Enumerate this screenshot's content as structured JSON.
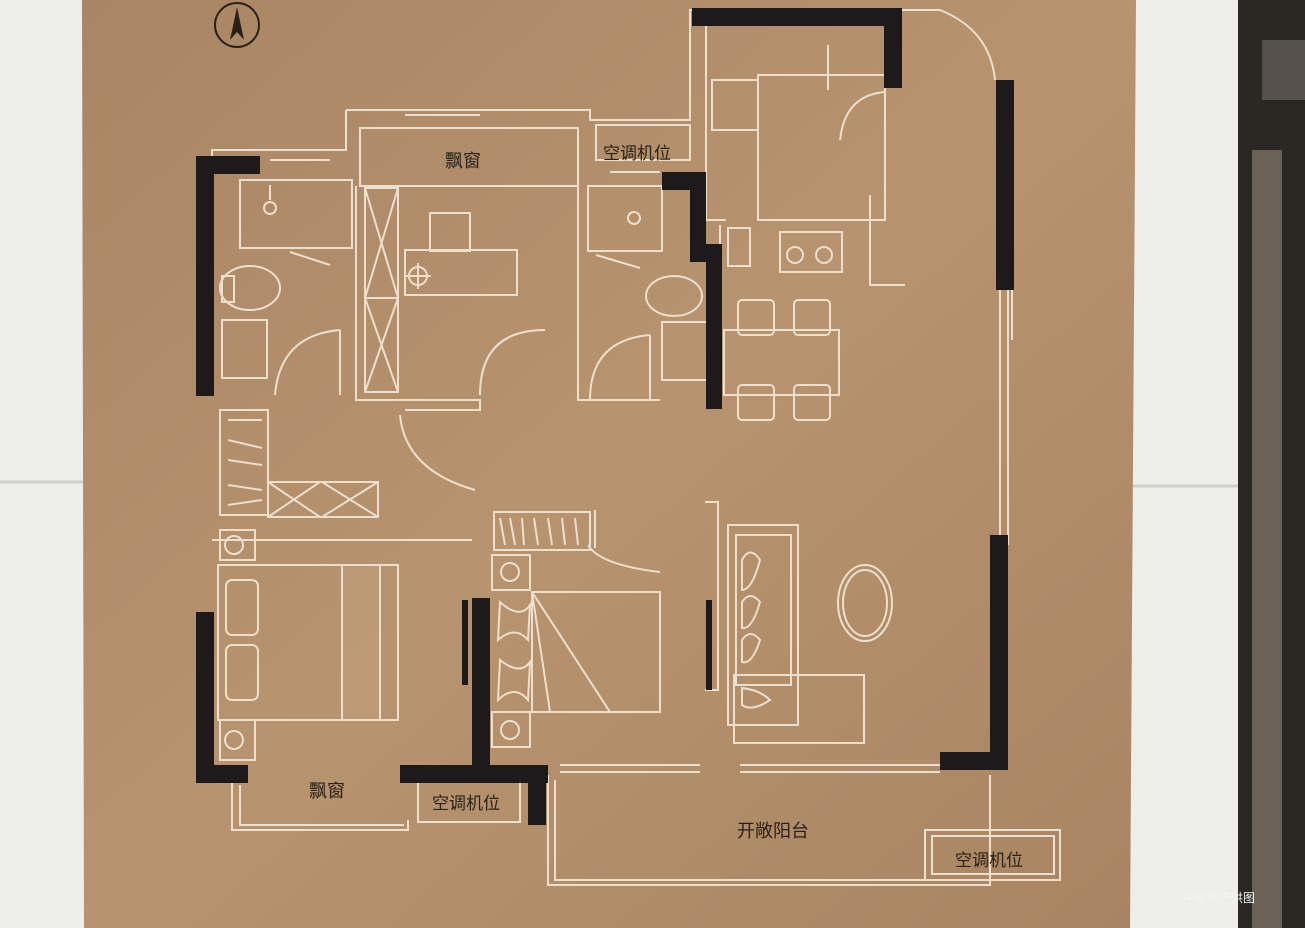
{
  "labels": {
    "bay_window_top": "飘窗",
    "bay_window_bottom": "飘窗",
    "ac_top": "空调机位",
    "ac_bottom": "空调机位",
    "ac_right": "空调机位",
    "balcony": "开敞阳台"
  },
  "watermark": "中原地产供图",
  "colors": {
    "board": "#b48f6c",
    "wall": "#1e1a1c",
    "line": "#e9dccb",
    "wall_tile": "#f1f1ef",
    "dark_edge": "#2a2622"
  }
}
